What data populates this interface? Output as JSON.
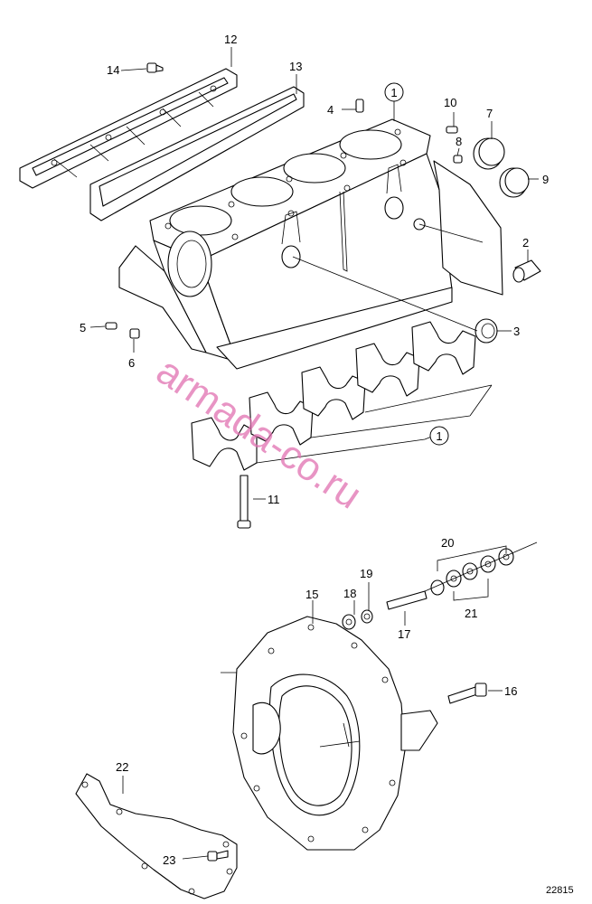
{
  "callouts": [
    {
      "id": "1a",
      "text": "1"
    },
    {
      "id": "1b",
      "text": "1"
    },
    {
      "id": "2",
      "text": "2"
    },
    {
      "id": "3",
      "text": "3"
    },
    {
      "id": "4",
      "text": "4"
    },
    {
      "id": "5",
      "text": "5"
    },
    {
      "id": "6",
      "text": "6"
    },
    {
      "id": "7",
      "text": "7"
    },
    {
      "id": "8",
      "text": "8"
    },
    {
      "id": "9",
      "text": "9"
    },
    {
      "id": "10",
      "text": "10"
    },
    {
      "id": "11",
      "text": "11"
    },
    {
      "id": "12",
      "text": "12"
    },
    {
      "id": "13",
      "text": "13"
    },
    {
      "id": "14",
      "text": "14"
    },
    {
      "id": "15",
      "text": "15"
    },
    {
      "id": "16",
      "text": "16"
    },
    {
      "id": "17",
      "text": "17"
    },
    {
      "id": "18",
      "text": "18"
    },
    {
      "id": "19",
      "text": "19"
    },
    {
      "id": "20",
      "text": "20"
    },
    {
      "id": "21",
      "text": "21"
    },
    {
      "id": "22",
      "text": "22"
    },
    {
      "id": "23",
      "text": "23"
    }
  ],
  "watermark": "armada-co.ru",
  "figure_number": "22815",
  "colors": {
    "line": "#000000",
    "watermark": "#e070b0",
    "background": "#ffffff"
  }
}
